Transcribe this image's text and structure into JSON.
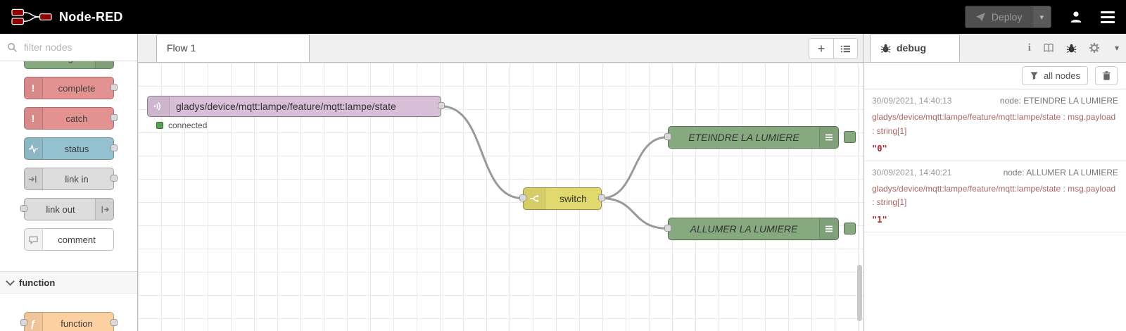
{
  "header": {
    "app_name": "Node-RED",
    "deploy_label": "Deploy"
  },
  "palette": {
    "search_placeholder": "filter nodes",
    "nodes": [
      {
        "label": "debug",
        "color": "#87a980"
      },
      {
        "label": "complete",
        "color": "#e49191"
      },
      {
        "label": "catch",
        "color": "#e49191"
      },
      {
        "label": "status",
        "color": "#94c1d0"
      },
      {
        "label": "link in",
        "color": "#dddddd"
      },
      {
        "label": "link out",
        "color": "#dddddd"
      },
      {
        "label": "comment",
        "color": "#ffffff"
      }
    ],
    "categories": [
      {
        "label": "function"
      }
    ],
    "function_node": {
      "label": "function",
      "color": "#fdd0a2"
    }
  },
  "workspace": {
    "tab_label": "Flow 1",
    "wire_color": "#999999",
    "nodes": {
      "mqtt_in": {
        "label": "gladys/device/mqtt:lampe/feature/mqtt:lampe/state",
        "status": "connected",
        "color": "#d8bfd8",
        "status_color": "#55a055"
      },
      "switch": {
        "label": "switch",
        "color": "#e2d96e"
      },
      "eteindre": {
        "label": "ETEINDRE LA LUMIERE",
        "color": "#87a980"
      },
      "allumer": {
        "label": "ALLUMER LA LUMIERE",
        "color": "#87a980"
      }
    }
  },
  "debug_panel": {
    "tab_label": "debug",
    "filter_button_label": "all nodes",
    "topic_color": "#aa6666",
    "value_color": "#aa2222",
    "messages": [
      {
        "timestamp": "30/09/2021, 14:40:13",
        "node": "node: ETEINDRE LA LUMIERE",
        "topic": "gladys/device/mqtt:lampe/feature/mqtt:lampe/state : msg.payload : string[1]",
        "value": "\"0\""
      },
      {
        "timestamp": "30/09/2021, 14:40:21",
        "node": "node: ALLUMER LA LUMIERE",
        "topic": "gladys/device/mqtt:lampe/feature/mqtt:lampe/state : msg.payload : string[1]",
        "value": "\"1\""
      }
    ]
  },
  "icons": {
    "plus": "+",
    "caret_down": "▾",
    "exclamation": "!",
    "function_f": "ƒ",
    "info": "i"
  }
}
